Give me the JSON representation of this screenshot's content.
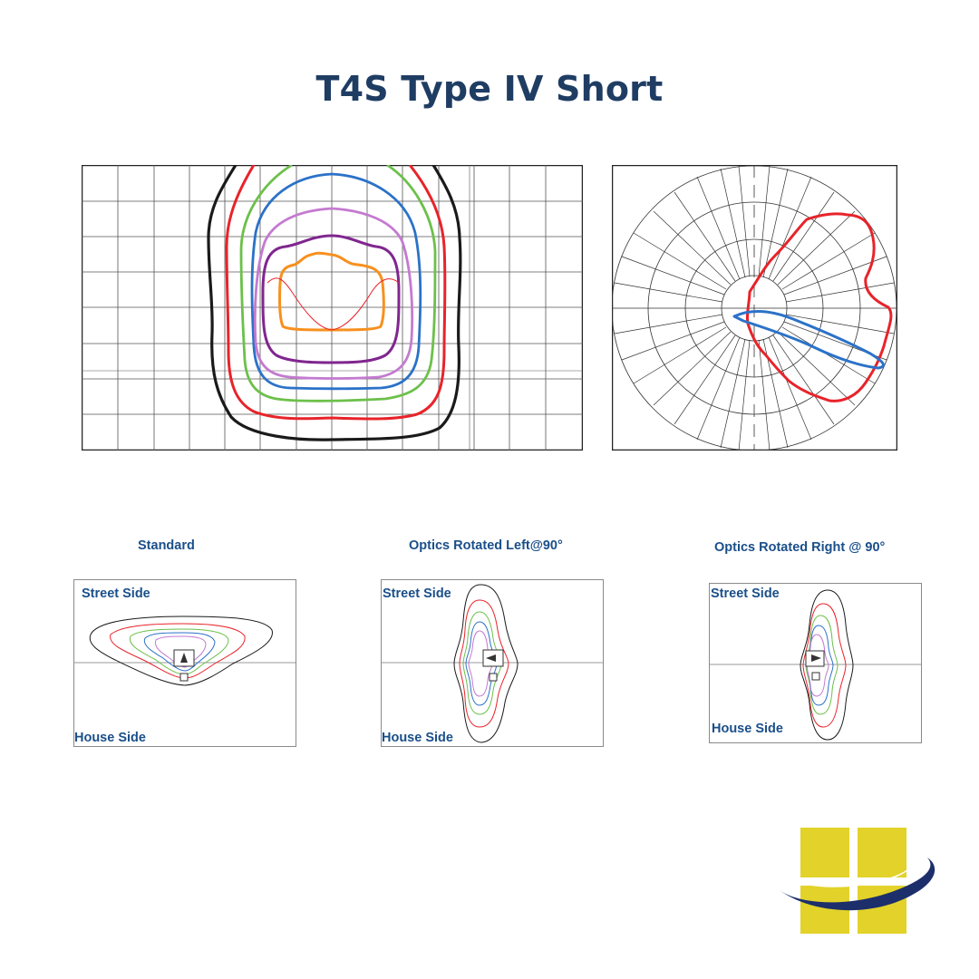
{
  "title": "T4S Type IV Short",
  "colors": {
    "title": "#1f3d63",
    "label": "#1a4f8a",
    "iso_black": "#1a1a1a",
    "iso_red": "#e8232a",
    "iso_green": "#6cc04a",
    "iso_blue": "#2b72c8",
    "iso_violet": "#c47ad0",
    "iso_purple": "#80268f",
    "iso_orange": "#f7901e",
    "logo_yellow": "#e2d229",
    "logo_swoosh": "#1c2f6b"
  },
  "isofootcandle_plot": {
    "contour_colors": [
      "#1a1a1a",
      "#e8232a",
      "#6cc04a",
      "#2b72c8",
      "#c47ad0",
      "#80268f",
      "#f7901e"
    ]
  },
  "polar_plot": {
    "curve_colors": [
      "#e8232a",
      "#2b72c8"
    ]
  },
  "distribution_views": [
    {
      "title": "Standard",
      "top_label": "Street Side",
      "bottom_label": "House Side"
    },
    {
      "title": "Optics Rotated Left@90°",
      "top_label": "Street Side",
      "bottom_label": "House Side"
    },
    {
      "title": "Optics Rotated Right @ 90°",
      "top_label": "Street Side",
      "bottom_label": "House Side"
    }
  ],
  "logo": {
    "icon": "window-cross-swoosh-logo"
  }
}
